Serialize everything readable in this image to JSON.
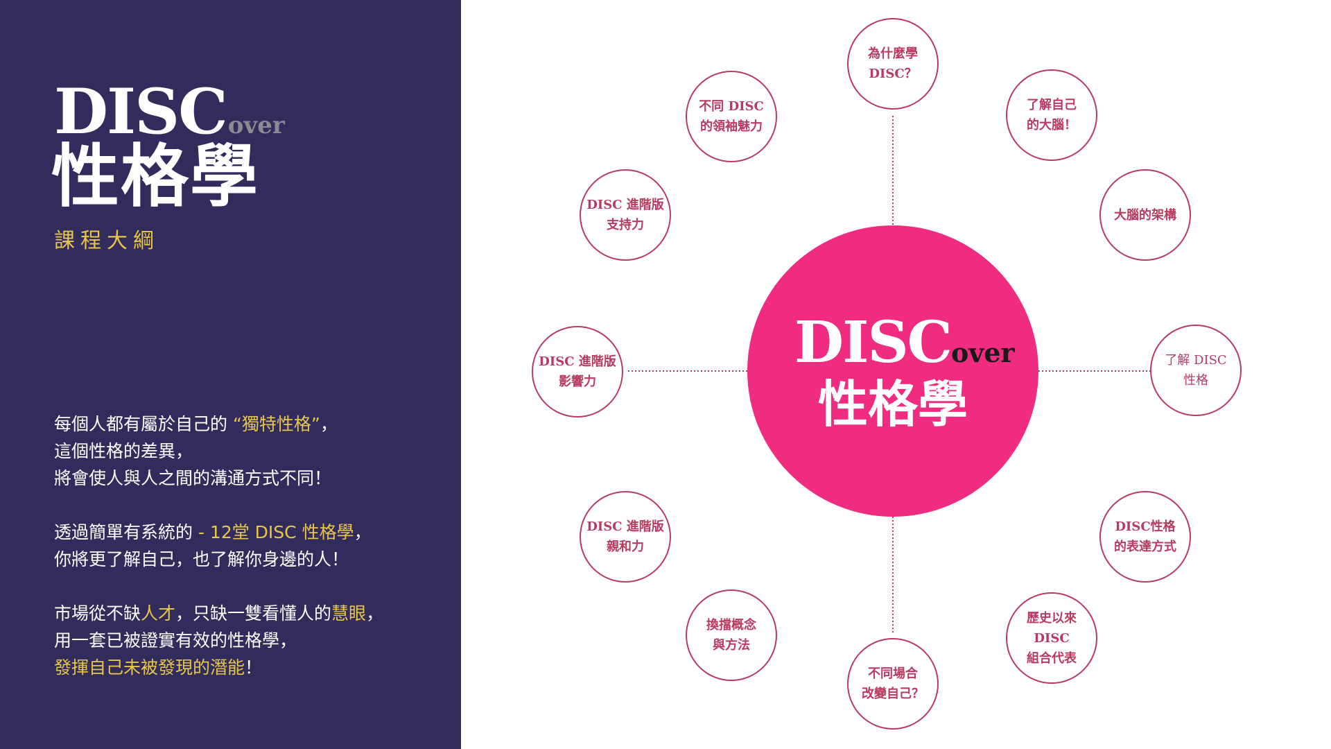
{
  "logo": {
    "disc": "DISC",
    "over": "over",
    "title": "性格學"
  },
  "subtitle": "課程大綱",
  "intro": {
    "p1": {
      "l1a": "每個人都有屬於自己的 ",
      "l1b": "“獨特性格”",
      "l1c": "，",
      "l2": "這個性格的差異，",
      "l3": "將會使人與人之間的溝通方式不同！"
    },
    "p2": {
      "l1a": "透過簡單有系統的 ",
      "l1b": "- 12堂 DISC 性格學",
      "l1c": "，",
      "l2": "你將更了解自己，也了解你身邊的人！"
    },
    "p3": {
      "l1a": "市場從不缺",
      "l1b": "人才",
      "l1c": "，只缺一雙看懂人的",
      "l1d": "慧眼",
      "l1e": "，",
      "l2": "用一套已被證實有效的性格學，",
      "l3a": "發揮自己未被發現的潛能",
      "l3b": "！"
    }
  },
  "hub": {
    "disc": "DISC",
    "over": "over",
    "title": "性格學"
  },
  "nodes": [
    {
      "key": "why-disc",
      "label": "為什麼學\nDISC？"
    },
    {
      "key": "know-brain",
      "label": "了解自己\n的大腦！"
    },
    {
      "key": "brain-structure",
      "label": "大腦的架構"
    },
    {
      "key": "know-disc",
      "label": "了解 DISC\n性格"
    },
    {
      "key": "disc-expression",
      "label": "DISC性格\n的表達方式"
    },
    {
      "key": "history-combos",
      "label": "歷史以來\nDISC\n組合代表"
    },
    {
      "key": "change-self",
      "label": "不同場合\n改變自己？"
    },
    {
      "key": "concept-method",
      "label": "換擋概念\n與方法"
    },
    {
      "key": "affinity",
      "label": "DISC 進階版\n親和力"
    },
    {
      "key": "influence",
      "label": "DISC 進階版\n影響力"
    },
    {
      "key": "support",
      "label": "DISC 進階版\n支持力"
    },
    {
      "key": "leadership",
      "label": "不同 DISC\n的領袖魅力"
    }
  ],
  "colors": {
    "panel": "#312c5c",
    "accent": "#e8c64a",
    "hub": "#ef2c7f",
    "node": "#b83a60"
  }
}
